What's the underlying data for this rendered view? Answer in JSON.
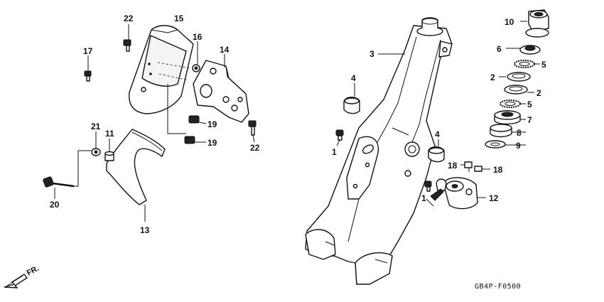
{
  "diagram": {
    "callouts": {
      "p1a": "1",
      "p1b": "1",
      "p2a": "2",
      "p2b": "2",
      "p3": "3",
      "p4a": "4",
      "p4b": "4",
      "p5a": "5",
      "p5b": "5",
      "p6": "6",
      "p7": "7",
      "p8": "8",
      "p9": "9",
      "p10": "10",
      "p11": "11",
      "p12": "12",
      "p13": "13",
      "p14": "14",
      "p15": "15",
      "p16": "16",
      "p17": "17",
      "p18a": "18",
      "p18b": "18",
      "p19a": "19",
      "p19b": "19",
      "p20": "20",
      "p21": "21",
      "p22a": "22",
      "p22b": "22"
    },
    "drawing_code": "GB4P-F0500",
    "front_marker": "FR."
  }
}
